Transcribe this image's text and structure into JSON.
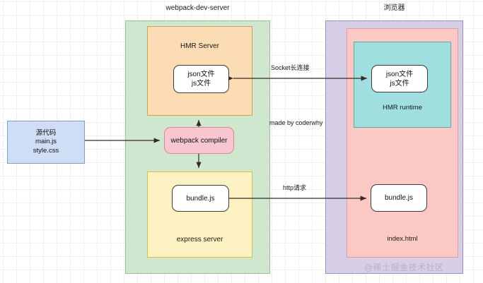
{
  "diagram": {
    "title_left": "webpack-dev-server",
    "title_right": "浏览器",
    "watermark": "@稀土掘金技术社区",
    "credit": "made by coderwhy",
    "colors": {
      "dev_server_container": "#cfe7ce",
      "browser_container": "#d7cfe8",
      "hmr_server": "#fcdcb4",
      "express_server": "#fcf1c0",
      "index_html": "#fbc9c4",
      "hmr_runtime": "#9fdfdf",
      "source_code": "#cfdef4",
      "webpack_compiler": "#f7c6ce",
      "node_fill": "#ffffff",
      "arrow": "#3a2a22"
    },
    "nodes": {
      "source_code": "源代码\nmain.js\nstyle.css",
      "webpack_compiler": "webpack compiler",
      "hmr_server_label": "HMR Server",
      "hmr_server_files": "json文件\njs文件",
      "express_server_label": "express server",
      "express_bundle": "bundle.js",
      "hmr_runtime_label": "HMR runtime",
      "hmr_runtime_files": "json文件\njs文件",
      "index_html_label": "index.html",
      "index_bundle": "bundle.js"
    },
    "edges": {
      "socket": "Socket长连接",
      "http": "http请求"
    }
  }
}
